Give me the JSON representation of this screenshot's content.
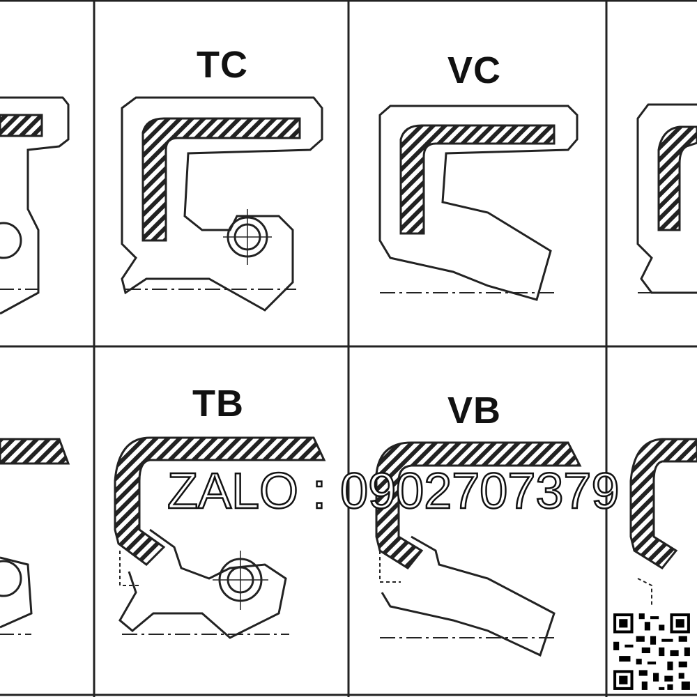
{
  "labels": {
    "tc": "TC",
    "vc": "VC",
    "tb": "TB",
    "vb": "VB"
  },
  "watermark": "ZALO : 0902707379",
  "colors": {
    "line": "#222222",
    "background": "#ffffff"
  }
}
